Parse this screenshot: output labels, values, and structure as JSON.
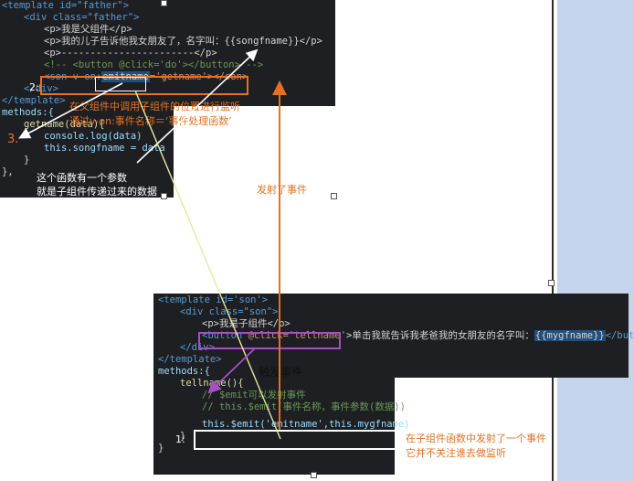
{
  "colors": {
    "orange": "#e8711f",
    "purple": "#a64fc5",
    "white": "#ffffff",
    "yellow": "#e8e8a0",
    "bg_right": "#c5d3ec"
  },
  "father": {
    "l1": "<template id=\"father\">",
    "l2": "<div class=\"father\">",
    "l3": "<p>我是父组件</p>",
    "l4a": "<p>我的儿子告诉他我女朋友了，名字叫：",
    "l4b": "{{songfname}}",
    "l4c": "</p>",
    "l5": "<p>-----------------------</p>",
    "l6": "<!-- <button @click='do'></button> -->",
    "l7a": "<son v-on:",
    "l7b": "emitname",
    "l7c": "='getname'></son>",
    "l8": "</div>",
    "l9": "</template>",
    "l10": "methods:{",
    "l11": "getname(data){",
    "l12": "console.log(data)",
    "l13": "this.songfname = data",
    "l14": "}",
    "l15": "},",
    "marker2": "2:",
    "marker3": "3."
  },
  "son": {
    "l1": "<template id='son'>",
    "l2": "<div class=\"son\">",
    "l3": "<p>我是子组件</p>",
    "l4a": "<button ",
    "l4b": "@click='tellname'",
    "l4c": ">单击我就告诉我老爸我的女朋友的名字叫：",
    "l4d": "{{mygfname}}",
    "l4e": "</button>",
    "l5": "</div>",
    "l6": "</template>",
    "l7": "methods:{",
    "l8": "tellname(){",
    "l9": "// $emit可以发射事件",
    "l10": "// this.$emit(事件名称，事件参数(数据))",
    "l11": "this.$emit('emitname',this.mygfname)",
    "l12": "}",
    "l13": "}",
    "marker1": "1:"
  },
  "annotations": {
    "listen1": "在父组件中调用子组件的位置进行监听",
    "listen2": "通过v-on:事件名称＝‘事件处理函数’",
    "param1": "这个函数有一个参数",
    "param2": "就是子组件传递过来的数据",
    "fired": "发射了事件",
    "trigger": "触发事件",
    "emit1": "在子组件函数中发射了一个事件",
    "emit2": "它并不关注谁去做监听"
  }
}
